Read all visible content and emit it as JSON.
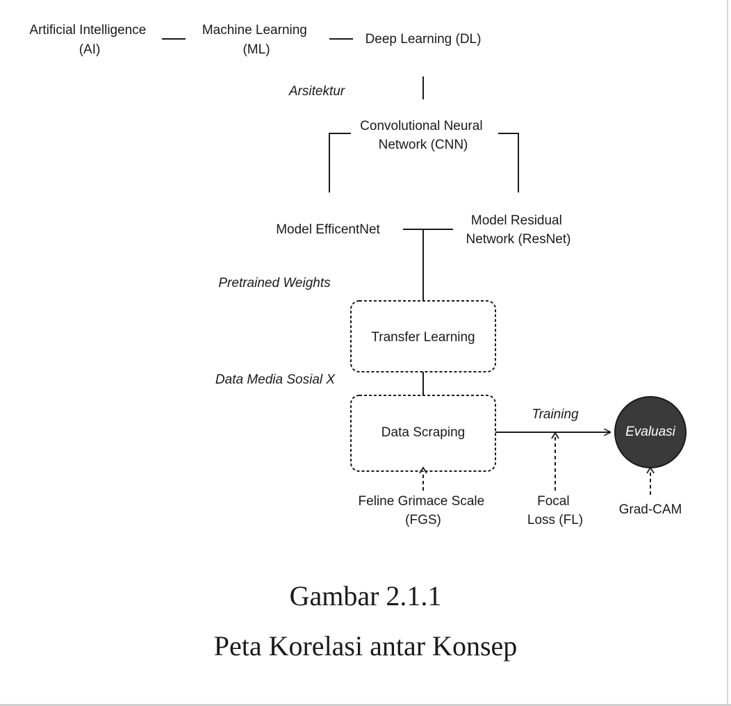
{
  "nodes": {
    "ai": [
      "Artificial Intelligence",
      "(AI)"
    ],
    "ml": [
      "Machine Learning",
      "(ML)"
    ],
    "dl": "Deep Learning (DL)",
    "cnn": [
      "Convolutional Neural",
      "Network (CNN)"
    ],
    "efficientnet": "Model EfficentNet",
    "resnet": [
      "Model Residual",
      "Network (ResNet)"
    ],
    "transfer_learning": "Transfer Learning",
    "data_scraping": "Data Scraping",
    "evaluasi": "Evaluasi",
    "fgs": [
      "Feline Grimace Scale",
      "(FGS)"
    ],
    "focal_loss": [
      "Focal",
      "Loss (FL)"
    ],
    "gradcam": "Grad-CAM"
  },
  "edge_labels": {
    "arsitektur": "Arsitektur",
    "pretrained_weights": "Pretrained Weights",
    "data_media_sosial": "Data Media Sosial X",
    "training": "Training"
  },
  "caption": {
    "figure_number": "Gambar 2.1.1",
    "title": "Peta Korelasi antar Konsep"
  },
  "colors": {
    "line": "#1a1a1a",
    "text": "#1a1a1a",
    "evaluasi_fill": "#3a3a3a",
    "evaluasi_text": "#ffffff"
  }
}
